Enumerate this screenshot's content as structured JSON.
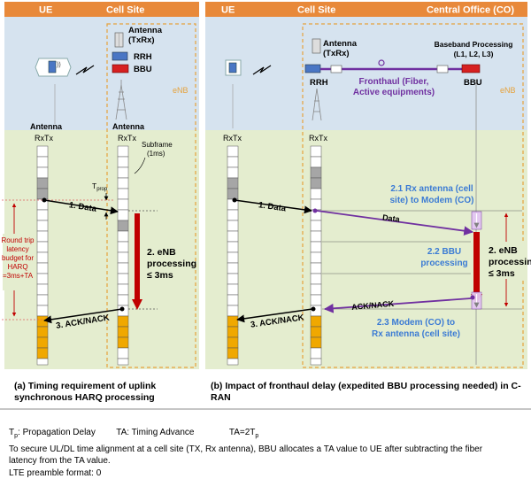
{
  "panel_a": {
    "header_ue": "UE",
    "header_cell": "Cell Site",
    "antenna_label": "Antenna",
    "antenna_txrx": "(TxRx)",
    "rrh": "RRH",
    "bbu": "BBU",
    "enb": "eNB",
    "ue_antenna": "Antenna",
    "ue_rxtx": "RxTx",
    "cell_antenna": "Antenna",
    "cell_rxtx": "RxTx",
    "subframe": "Subframe",
    "subframe_ms": "(1ms)",
    "tprop": "T",
    "tprop_sub": "prop",
    "data_arrow": "1. Data",
    "enb_processing": [
      "2. eNB",
      "processing",
      "≤ 3ms"
    ],
    "ack_arrow": "3. ACK/NACK",
    "rtt_label": [
      "Round trip",
      "latency",
      "budget for",
      "HARQ",
      "=3ms+TA"
    ],
    "caption": [
      "(a) Timing requirement of uplink",
      "synchronous HARQ processing"
    ]
  },
  "panel_b": {
    "header_ue": "UE",
    "header_cell": "Cell Site",
    "header_co": "Central Office (CO)",
    "antenna_label": "Antenna",
    "antenna_txrx": "(TxRx)",
    "rrh": "RRH",
    "fronthaul": [
      "Fronthaul (Fiber,",
      "Active equipments)"
    ],
    "baseband": [
      "Baseband Processing",
      "(L1, L2, L3)"
    ],
    "bbu": "BBU",
    "enb": "eNB",
    "ue_rxtx": "RxTx",
    "cell_rxtx": "RxTx",
    "data_arrow": "1. Data",
    "data_small": "Data",
    "step21": [
      "2.1 Rx antenna (cell",
      "site) to Modem (CO)"
    ],
    "step22": [
      "2.2 BBU",
      "processing"
    ],
    "step23": [
      "2.3 Modem (CO) to",
      "Rx antenna (cell site)"
    ],
    "enb_processing": [
      "2. eNB",
      "processing",
      "≤ 3ms"
    ],
    "ack_small": "ACK/NACK",
    "ack_arrow": "3. ACK/NACK",
    "caption": [
      "(b) Impact of fronthaul delay (expedited BBU processing needed) in C-",
      "RAN"
    ]
  },
  "notes": {
    "tp": "T",
    "tp_sub": "p",
    "tp_desc": ": Propagation Delay",
    "ta": "TA: Timing Advance",
    "ta_eq": "TA=2T",
    "ta_eq_sub": "p",
    "body": [
      "To secure UL/DL time alignment at a cell site (TX, Rx antenna), BBU allocates a TA value to UE after subtracting the fiber",
      "latency from the TA value."
    ],
    "preamble": "LTE preamble format: 0"
  },
  "colors": {
    "header_orange": "#E8893A",
    "top_band": "#D6E3EF",
    "body_band": "#E4EDCF",
    "dashed_orange": "#E6A23C",
    "enb_red": "#C00000",
    "bbu_red": "#D62020",
    "rrh_blue": "#4A76C4",
    "purple": "#7030A0",
    "blue_text": "#3B7BD4",
    "orange_slot": "#F0A800",
    "gray_slot": "#A6A6A6",
    "rtt_red": "#C00000"
  }
}
